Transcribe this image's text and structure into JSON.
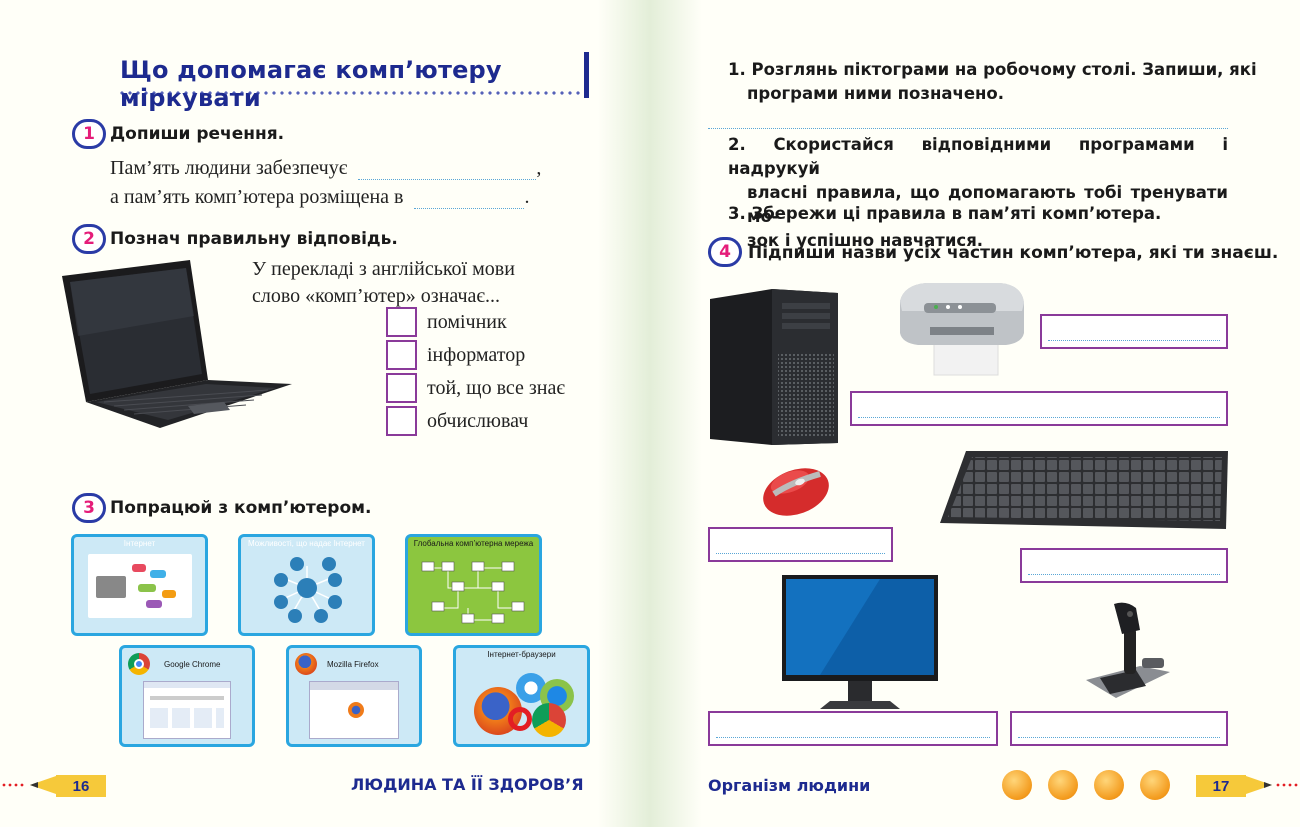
{
  "left_page": {
    "title": "Що допомагає комп’ютеру міркувати",
    "task1": {
      "number": "1",
      "title": "Допиши речення.",
      "line1": "Пам’ять людини забезпечує",
      "line1_end": ",",
      "line2": "а пам’ять комп’ютера розміщена в",
      "line2_end": "."
    },
    "task2": {
      "number": "2",
      "title": "Познач правильну відповідь.",
      "prompt_line1": "У перекладі з англійської мови",
      "prompt_line2": "слово «комп’ютер» означає...",
      "options": [
        "помічник",
        "інформатор",
        "той, що все знає",
        "обчислювач"
      ]
    },
    "task3": {
      "number": "3",
      "title": "Попрацюй з комп’ютером.",
      "thumbs": [
        {
          "caption": "Інтернет"
        },
        {
          "caption": "Можливості, що надає Інтернет"
        },
        {
          "caption": "Глобальна комп’ютерна мережа"
        },
        {
          "caption": "Google Chrome"
        },
        {
          "caption": "Mozilla Firefox"
        },
        {
          "caption": "Інтернет-браузери"
        }
      ]
    },
    "footer": {
      "page_number": "16",
      "section": "ЛЮДИНА ТА ЇЇ ЗДОРОВ’Я"
    }
  },
  "right_page": {
    "instructions": [
      "1. Розглянь піктограми на робочому столі. Запиши, які програми ними позначено.",
      "2. Скористайся відповідними програмами і надрукуй власні правила, що допомагають тобі тренувати мозок і успішно навчатися.",
      "3. Збережи ці правила в пам’яті комп’ютера."
    ],
    "instr1_line1": "1. Розглянь піктограми на робочому столі. Запиши, які",
    "instr1_line2": "програми ними позначено.",
    "instr2_line1": "2. Скористайся відповідними програмами і надрукуй",
    "instr2_line2": "власні правила, що допомагають тобі тренувати мо-",
    "instr2_line3": "зок і успішно навчатися.",
    "instr3": "3. Збережи ці правила в пам’яті комп’ютера.",
    "task4": {
      "number": "4",
      "title": "Підпиши назви усіх частин комп’ютера, які ти знаєш."
    },
    "footer": {
      "section": "Організм людини",
      "page_number": "17"
    }
  },
  "colors": {
    "brand_blue": "#1d2a8f",
    "accent_pink": "#e51c7a",
    "box_purple": "#8a3a9a",
    "thumb_blue": "#2aa6e0",
    "footer_yellow": "#f6c93a"
  }
}
